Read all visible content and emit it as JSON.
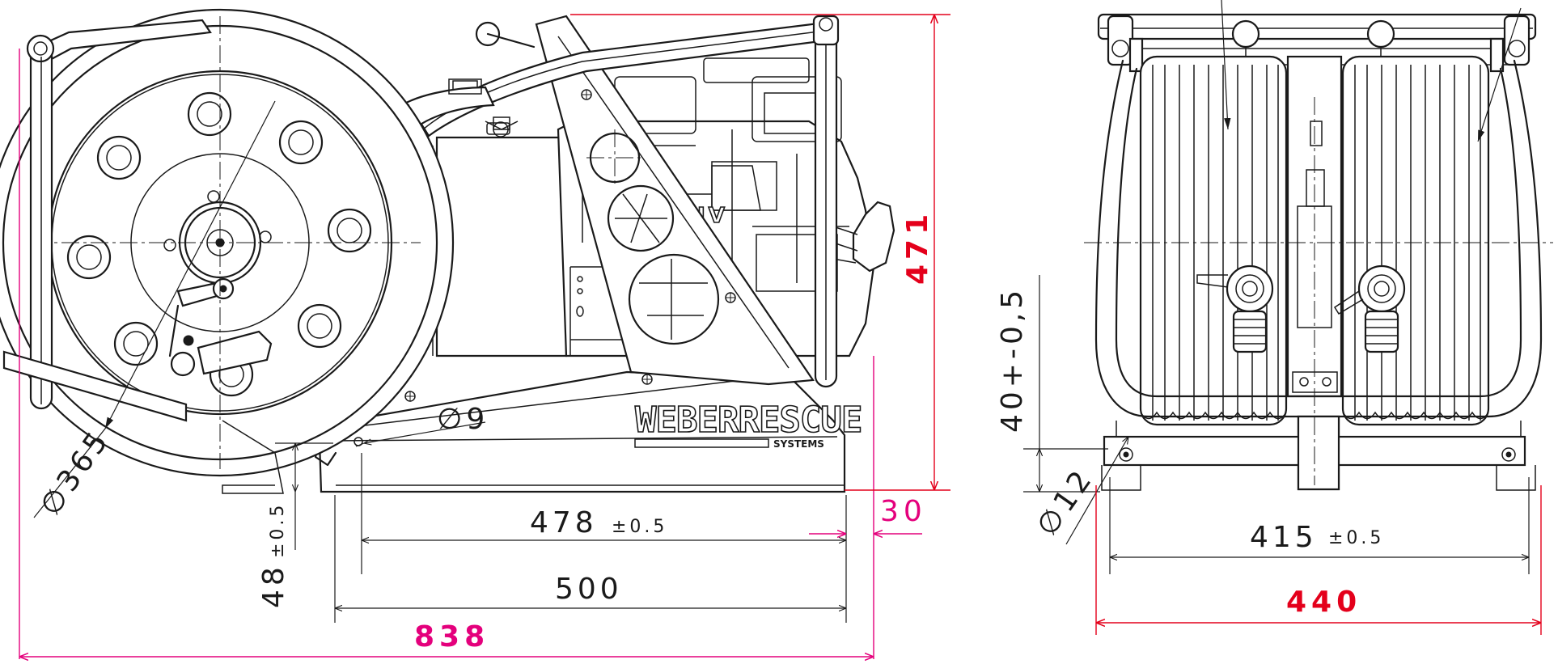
{
  "drawing": {
    "brand": {
      "name": "WEBERRESCUE",
      "sub": "SYSTEMS",
      "engine_mark": "HV"
    },
    "side_view": {
      "dimensions": {
        "reel_diameter": "∅365",
        "hole_diameter": "∅9",
        "base_length": "478",
        "base_length_tol": "±0.5",
        "base_total": "500",
        "base_height": "48",
        "base_height_tol": "±0.5",
        "overhang": "30",
        "overall_length": "838",
        "overall_height": "471"
      }
    },
    "front_view": {
      "dimensions": {
        "foot_height": "40+-0,5",
        "foot_hole": "∅12",
        "inner_width": "415",
        "inner_width_tol": "±0.5",
        "overall_width": "440"
      }
    },
    "colors": {
      "line": "#1a1a1a",
      "magenta": "#e4007c",
      "red": "#e4001b",
      "background": "#ffffff"
    }
  }
}
